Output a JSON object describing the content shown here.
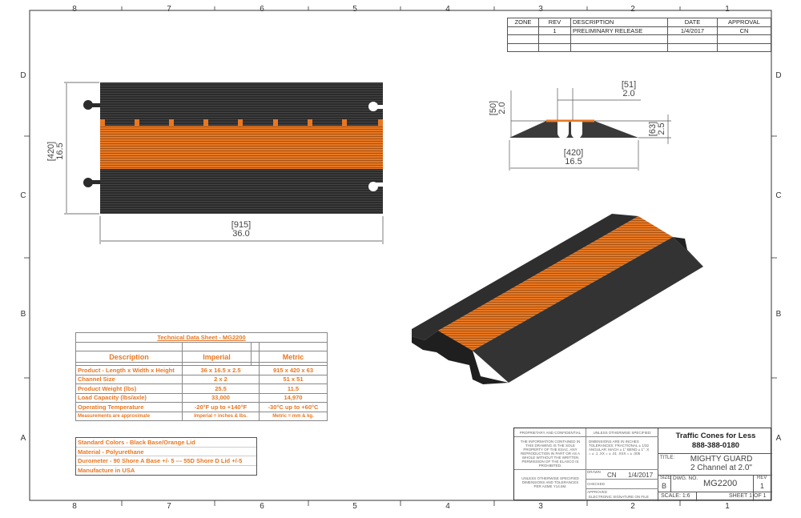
{
  "zones_cols": [
    "8",
    "7",
    "6",
    "5",
    "4",
    "3",
    "2",
    "1"
  ],
  "zones_rows": [
    "D",
    "C",
    "B",
    "A"
  ],
  "revision_table": {
    "headers": [
      "ZONE",
      "REV",
      "DESCRIPTION",
      "DATE",
      "APPROVAL"
    ],
    "rows": [
      [
        "",
        "1",
        "PRELIMINARY RELEASE",
        "1/4/2017",
        "CN"
      ]
    ]
  },
  "top_view": {
    "width_mm": "[420]",
    "width_in": "16.5",
    "length_mm": "[915]",
    "length_in": "36.0"
  },
  "side_view": {
    "channel_mm": "[51]",
    "channel_in": "2.0",
    "channel_h_mm": "[50]",
    "channel_h_in": "2.0",
    "height_mm": "[63]",
    "height_in": "2.5",
    "width_mm": "[420]",
    "width_in": "16.5"
  },
  "tech_sheet": {
    "title": "Technical Data Sheet - MG2200",
    "headers": [
      "Description",
      "Imperial",
      "Metric"
    ],
    "rows": [
      [
        "Product - Length x Width x Height",
        "36 x 16.5 x 2.5",
        "915 x 420 x 63"
      ],
      [
        "Channel Size",
        "2 x 2",
        "51 x 51"
      ],
      [
        "Product Weight (lbs)",
        "25.5",
        "11.5"
      ],
      [
        "Load Capacity (lbs/axle)",
        "33,000",
        "14,970"
      ],
      [
        "Operating Temperature",
        "-20°F up to +140°F",
        "-30°C up to +60°C"
      ]
    ],
    "footer": [
      "Measurements are approximate",
      "Imperial = inches & lbs.",
      "Metric = mm & kg."
    ]
  },
  "notes": [
    "Standard Colors - Black Base/Orange Lid",
    "Material - Polyurethane",
    "Durometer - 90 Shore A Base +/- 5 --- 55D Shore D Lid +/-5",
    "Manufacture in USA"
  ],
  "title_block": {
    "proprietary": "PROPRIETARY AND CONFIDENTIAL",
    "proprietary_text": "THE INFORMATION CONTAINED IN THIS DRAWING IS THE SOLE PROPERTY OF THE ESAC. ANY REPRODUCTION IN PART OR AS A WHOLE WITHOUT THE WRITTEN PERMISSION OF THE ELASCO IS PROHIBITED.",
    "unless": "UNLESS OTHERWISE SPECIFIED:",
    "tolerances": "DIMENSIONS ARE IN INCHES TOLERANCES: FRACTIONAL ± 1/32 ANGULAR: MACH ± 1° BEND ± 1° .X = ± .1 .XX = ± .01 .XXX = ± .005",
    "asme": "UNLESS OTHERWISE SPECIFIED DIMENSIONS AND TOLERANCES PER ASME Y14.5M.",
    "drawn_label": "DRAWN",
    "drawn_by": "CN",
    "drawn_date": "1/4/2017",
    "checked_label": "CHECKED",
    "approved_label": "APPROVED",
    "approved_text": "ELECTRONIC SIGNATURE ON FILE",
    "company": "Traffic Cones for Less",
    "phone": "888-388-0180",
    "title_label": "TITLE:",
    "title1": "MIGHTY GUARD",
    "title2": "2 Channel at 2.0\"",
    "size_label": "SIZE",
    "size": "B",
    "dwg_label": "DWG. NO.",
    "dwg_no": "MG2200",
    "rev_label": "REV",
    "rev": "1",
    "scale": "SCALE: 1:6",
    "sheet": "SHEET 1 OF 1"
  },
  "colors": {
    "orange": "#e87722",
    "black": "#2a2a2a"
  }
}
